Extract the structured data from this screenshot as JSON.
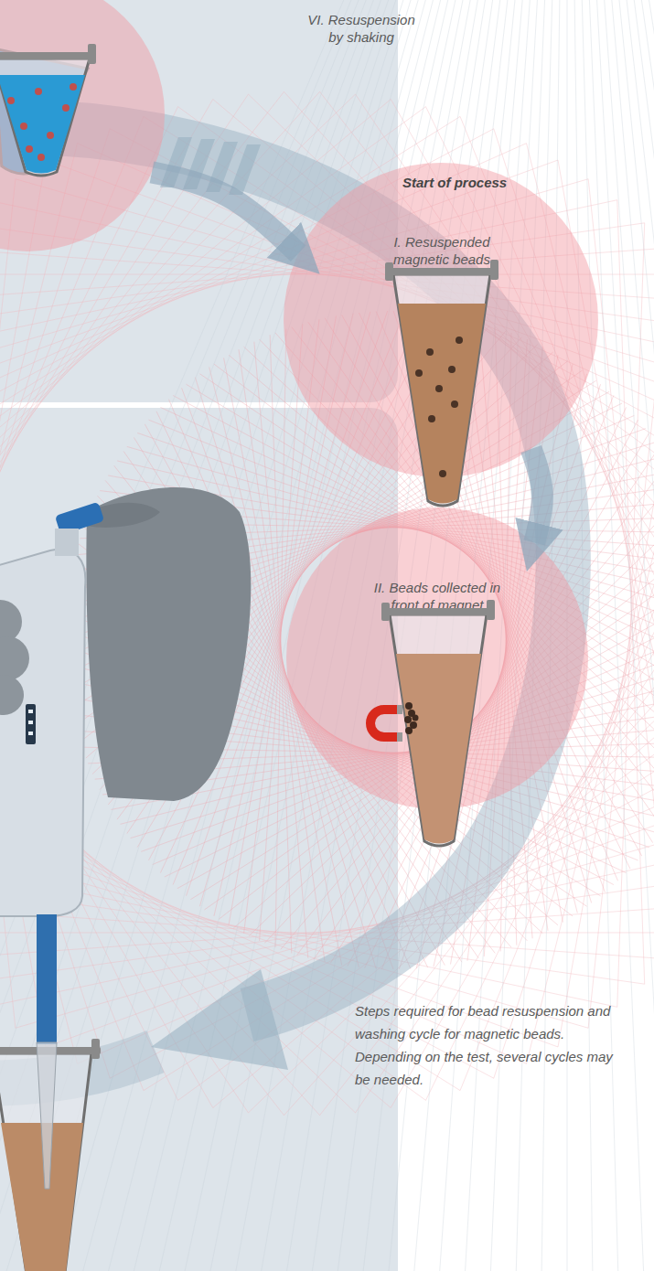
{
  "diagram": {
    "caption": "Steps required for bead resuspension and washing cycle for magnetic beads. Depending on the test, several cycles may be needed.",
    "nodes": [
      {
        "text": [
          "VI. Resuspension by shaking"
        ]
      },
      {
        "text": [
          "I. Resuspended magnetic beads"
        ]
      },
      {
        "text": [
          "II. Beads collected in front of magnet"
        ]
      }
    ],
    "edges": [
      {
        "from": 0,
        "to": 1,
        "arrow": "to",
        "label": "Start of process"
      },
      {
        "from": 1,
        "to": 2,
        "arrow": "to"
      }
    ]
  }
}
